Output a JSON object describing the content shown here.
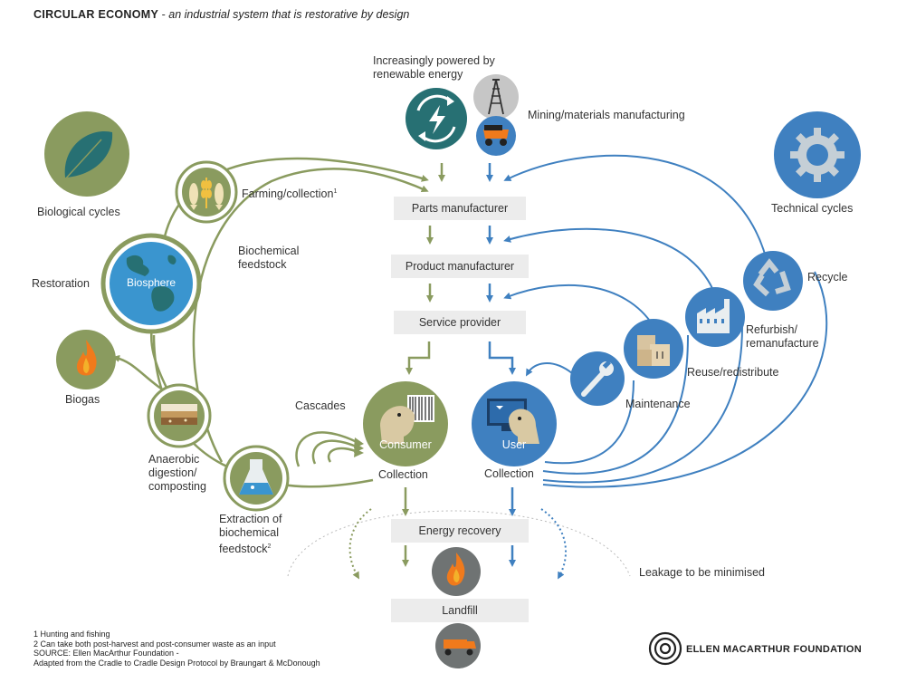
{
  "header": {
    "title": "CIRCULAR ECONOMY",
    "separator": " - ",
    "subtitle": "an industrial system that is restorative by design"
  },
  "labels": {
    "renewable": "Increasingly powered by\nrenewable energy",
    "mining": "Mining/materials manufacturing",
    "biological_cycles": "Biological cycles",
    "technical_cycles": "Technical cycles",
    "farming_text": "Farming/collection",
    "farming_sup": "1",
    "biochemical_feedstock": "Biochemical\nfeedstock",
    "restoration": "Restoration",
    "biosphere": "Biosphere",
    "biogas": "Biogas",
    "cascades": "Cascades",
    "anaerobic": "Anaerobic\ndigestion/\ncomposting",
    "extraction_text": "Extraction of\nbiochemical\nfeedstock",
    "extraction_sup": "2",
    "consumer": "Consumer",
    "user": "User",
    "collection_left": "Collection",
    "collection_right": "Collection",
    "recycle": "Recycle",
    "refurbish": "Refurbish/\nremanufacture",
    "reuse": "Reuse/redistribute",
    "maintenance": "Maintenance",
    "leakage": "Leakage to be minimised"
  },
  "boxes": {
    "parts_manufacturer": "Parts manufacturer",
    "product_manufacturer": "Product manufacturer",
    "service_provider": "Service provider",
    "energy_recovery": "Energy recovery",
    "landfill": "Landfill"
  },
  "footnotes": [
    "1  Hunting and fishing",
    "2  Can take both post-harvest and post-consumer waste as an input",
    "SOURCE: Ellen MacArthur Foundation -",
    "Adapted from the Cradle to Cradle Design Protocol by Braungart & McDonough"
  ],
  "foundation": "ELLEN MACARTHUR FOUNDATION",
  "icons": {
    "leaf": "leaf-icon",
    "fish_wheat": "fish-wheat-icon",
    "globe": "globe-icon",
    "flame": "flame-icon",
    "compost": "compost-icon",
    "flask": "flask-icon",
    "renewable": "renewable-energy-icon",
    "oil_rig": "oil-rig-icon",
    "mining_truck": "mining-truck-icon",
    "gear": "gear-icon",
    "recycle": "recycle-icon",
    "factory": "factory-icon",
    "boxes": "boxes-icon",
    "wrench": "wrench-icon",
    "consumer_head": "consumer-head-icon",
    "user_monitor": "user-monitor-icon",
    "landfill_truck": "landfill-truck-icon",
    "foundation_logo": "foundation-logo-icon"
  },
  "colors": {
    "green": "#8a9b5f",
    "green_dark": "#7d8d55",
    "blue": "#3f80c0",
    "blue_light": "#4a8fd0",
    "teal": "#277073",
    "box_bg": "#ececec",
    "grey_dashed": "#bbbbbb"
  }
}
